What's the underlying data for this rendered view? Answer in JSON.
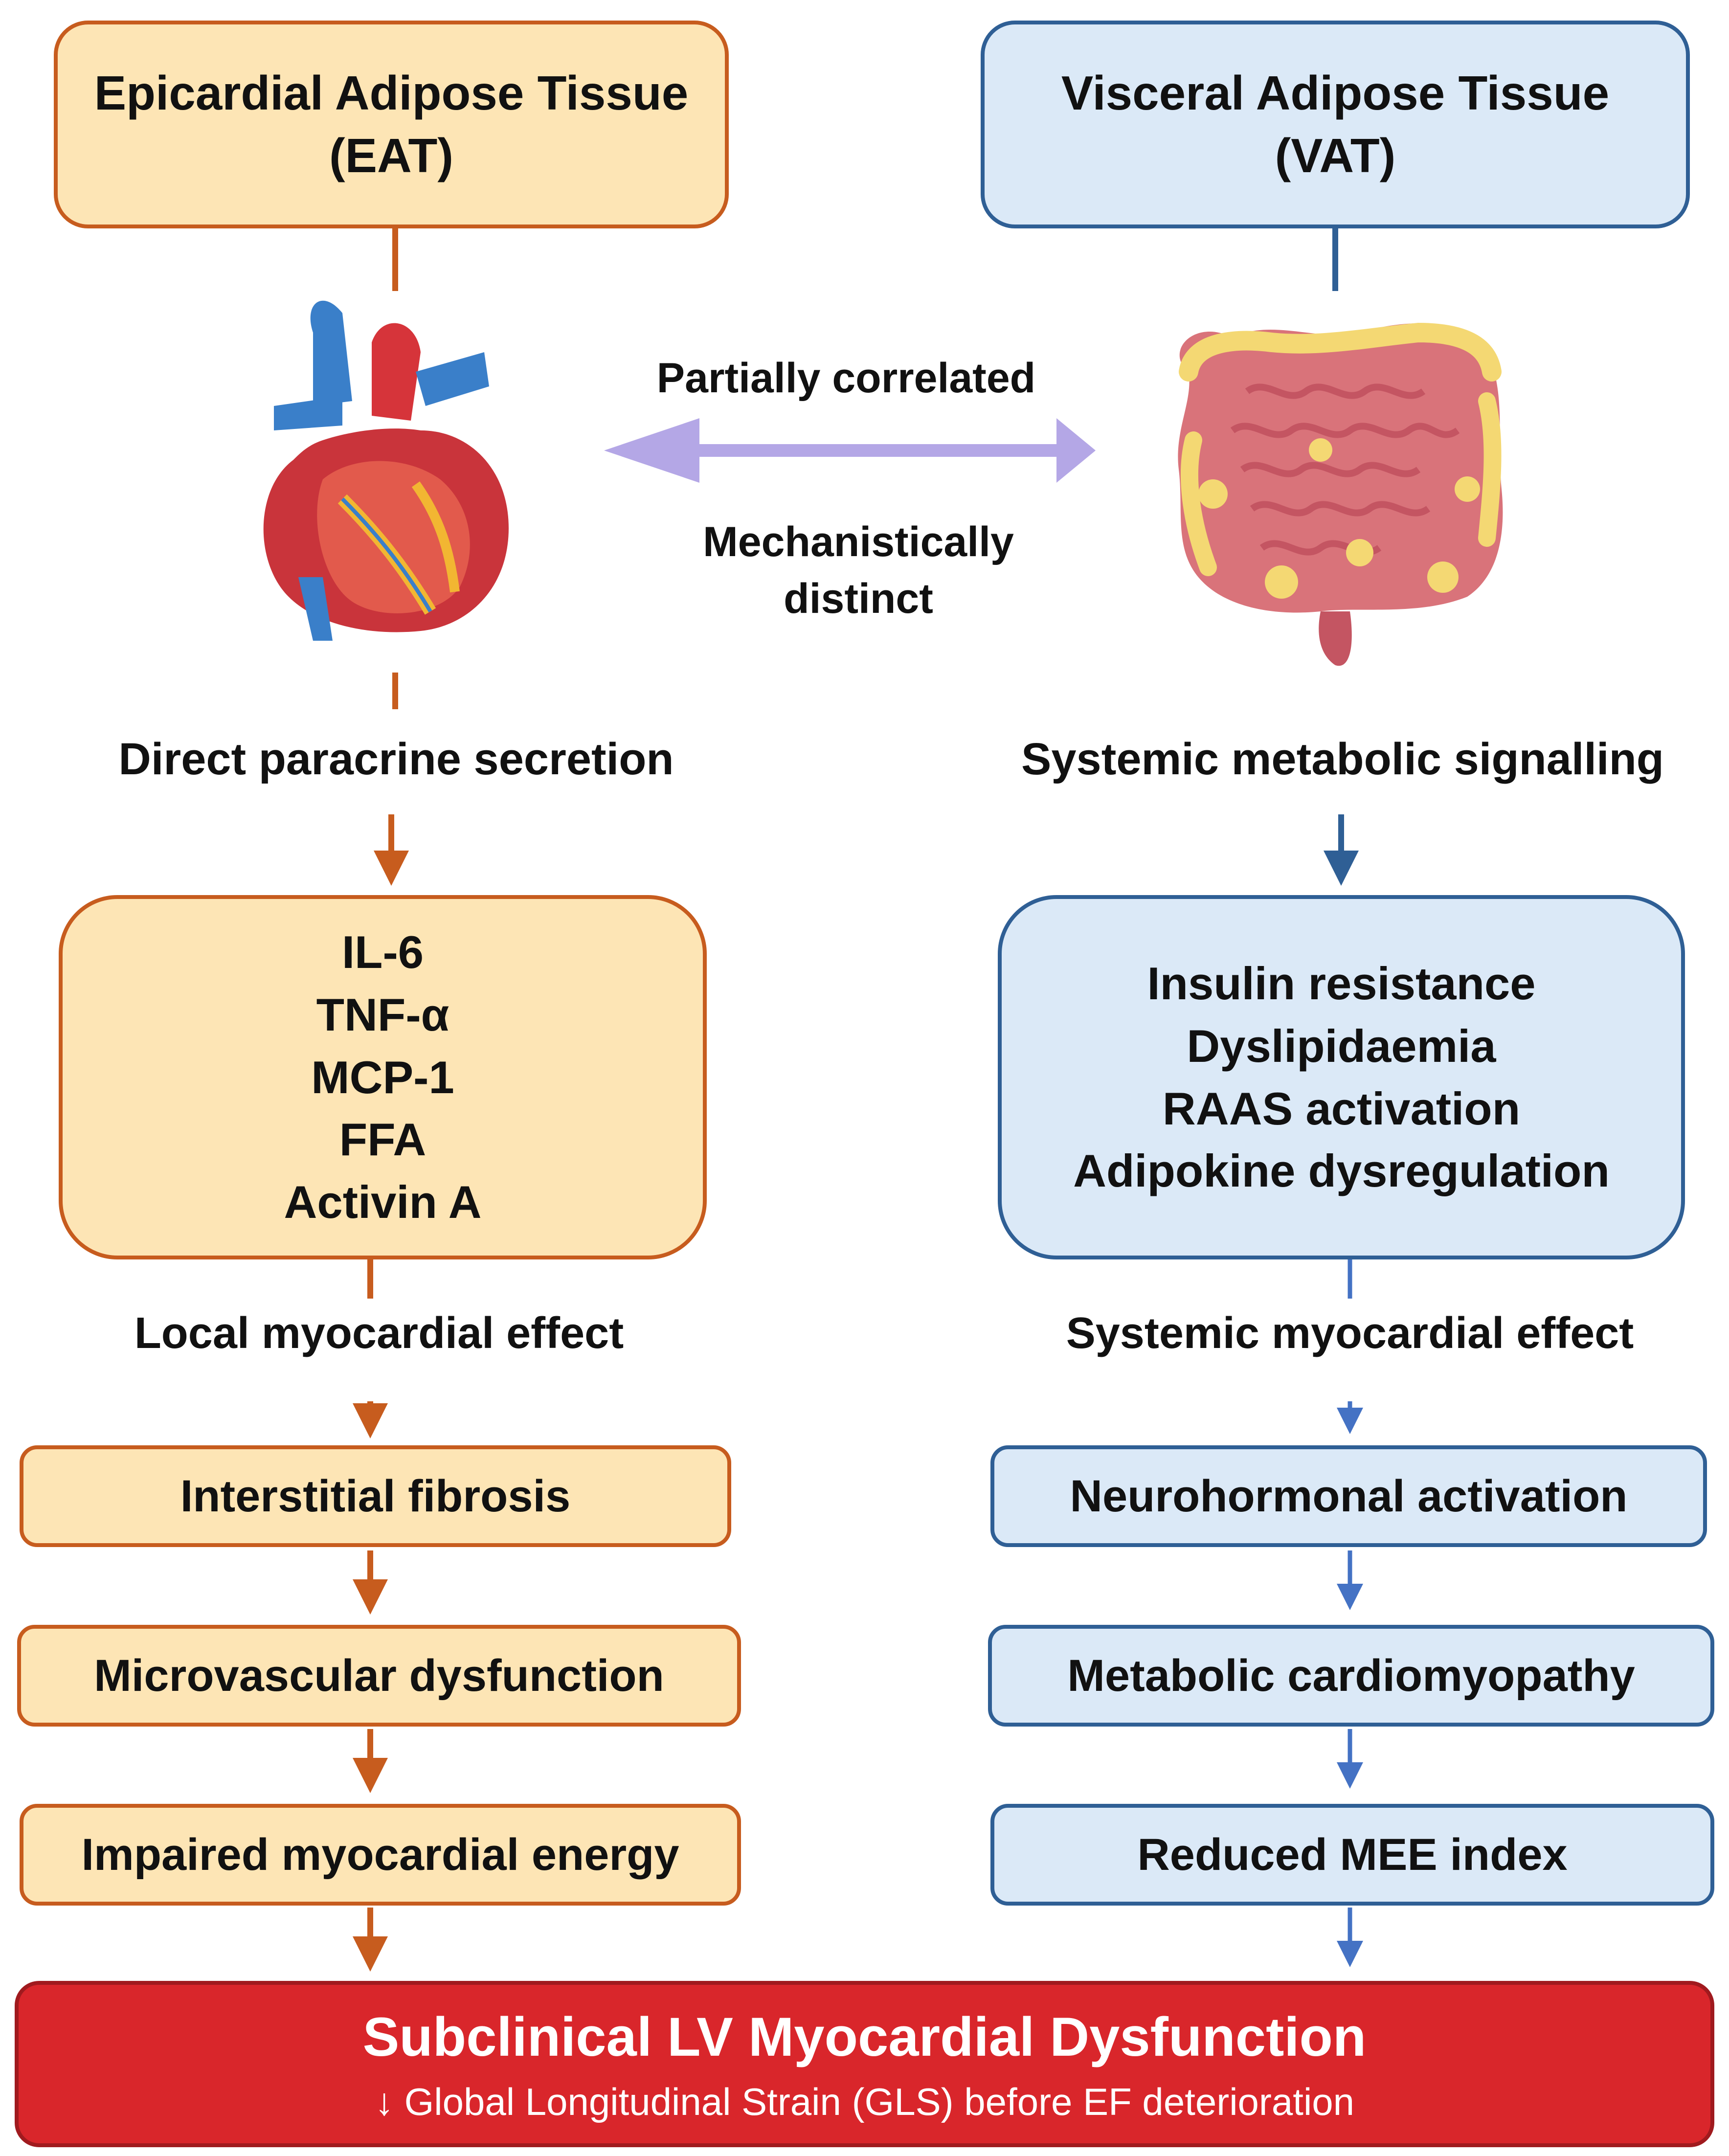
{
  "colors": {
    "eat_fill": "#fde5b5",
    "eat_stroke": "#c75c1e",
    "vat_fill": "#dbe9f7",
    "vat_stroke": "#2f5f95",
    "vat_arrow": "#4472c4",
    "outcome_fill": "#d9262b",
    "bidirectional_arrow": "#b4a7e6"
  },
  "eat": {
    "title_line1": "Epicardial Adipose Tissue",
    "title_line2": "(EAT)",
    "pathway_label": "Direct paracrine secretion",
    "mediators": [
      "IL-6",
      "TNF-α",
      "MCP-1",
      "FFA",
      "Activin A"
    ],
    "effect_label": "Local myocardial effect",
    "steps": [
      "Interstitial fibrosis",
      "Microvascular dysfunction",
      "Impaired myocardial energy"
    ]
  },
  "vat": {
    "title_line1": "Visceral Adipose Tissue",
    "title_line2": "(VAT)",
    "pathway_label": "Systemic metabolic signalling",
    "mediators": [
      "Insulin resistance",
      "Dyslipidaemia",
      "RAAS activation",
      "Adipokine dysregulation"
    ],
    "effect_label": "Systemic myocardial effect",
    "steps": [
      "Neurohormonal activation",
      "Metabolic cardiomyopathy",
      "Reduced MEE index"
    ]
  },
  "relation": {
    "top": "Partially correlated",
    "bottom_line1": "Mechanistically",
    "bottom_line2": "distinct"
  },
  "outcome": {
    "title": "Subclinical LV Myocardial Dysfunction",
    "subtitle": "↓ Global Longitudinal Strain (GLS) before EF deterioration"
  },
  "icons": {
    "left": "heart-icon",
    "right": "intestine-icon"
  }
}
